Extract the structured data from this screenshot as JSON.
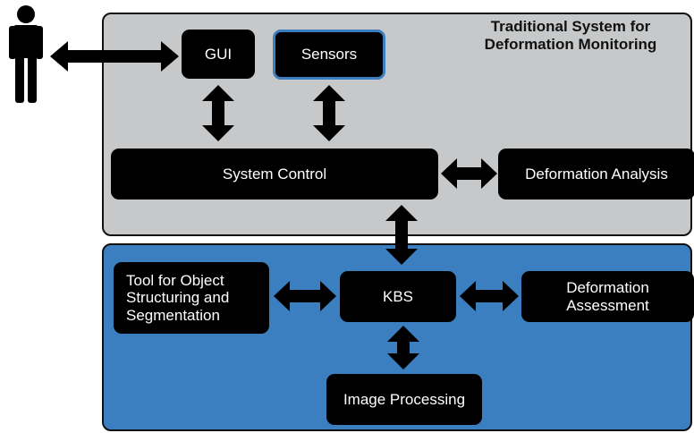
{
  "title": {
    "line1": "Traditional System for",
    "line2": "Deformation Monitoring"
  },
  "nodes": {
    "gui": "GUI",
    "sensors": "Sensors",
    "system_control": "System Control",
    "deformation_analysis": "Deformation Analysis",
    "tool": {
      "line1": "Tool for Object",
      "line2": "Structuring and",
      "line3": "Segmentation"
    },
    "kbs": "KBS",
    "deformation_assessment": {
      "line1": "Deformation",
      "line2": "Assessment"
    },
    "image_processing": "Image Processing"
  },
  "colors": {
    "top_panel": "#c7c8c9",
    "bottom_panel": "#3b7fc0",
    "node_fill": "#000000",
    "sensor_border": "#3b7fc0"
  },
  "icons": {
    "user": "person-icon"
  }
}
